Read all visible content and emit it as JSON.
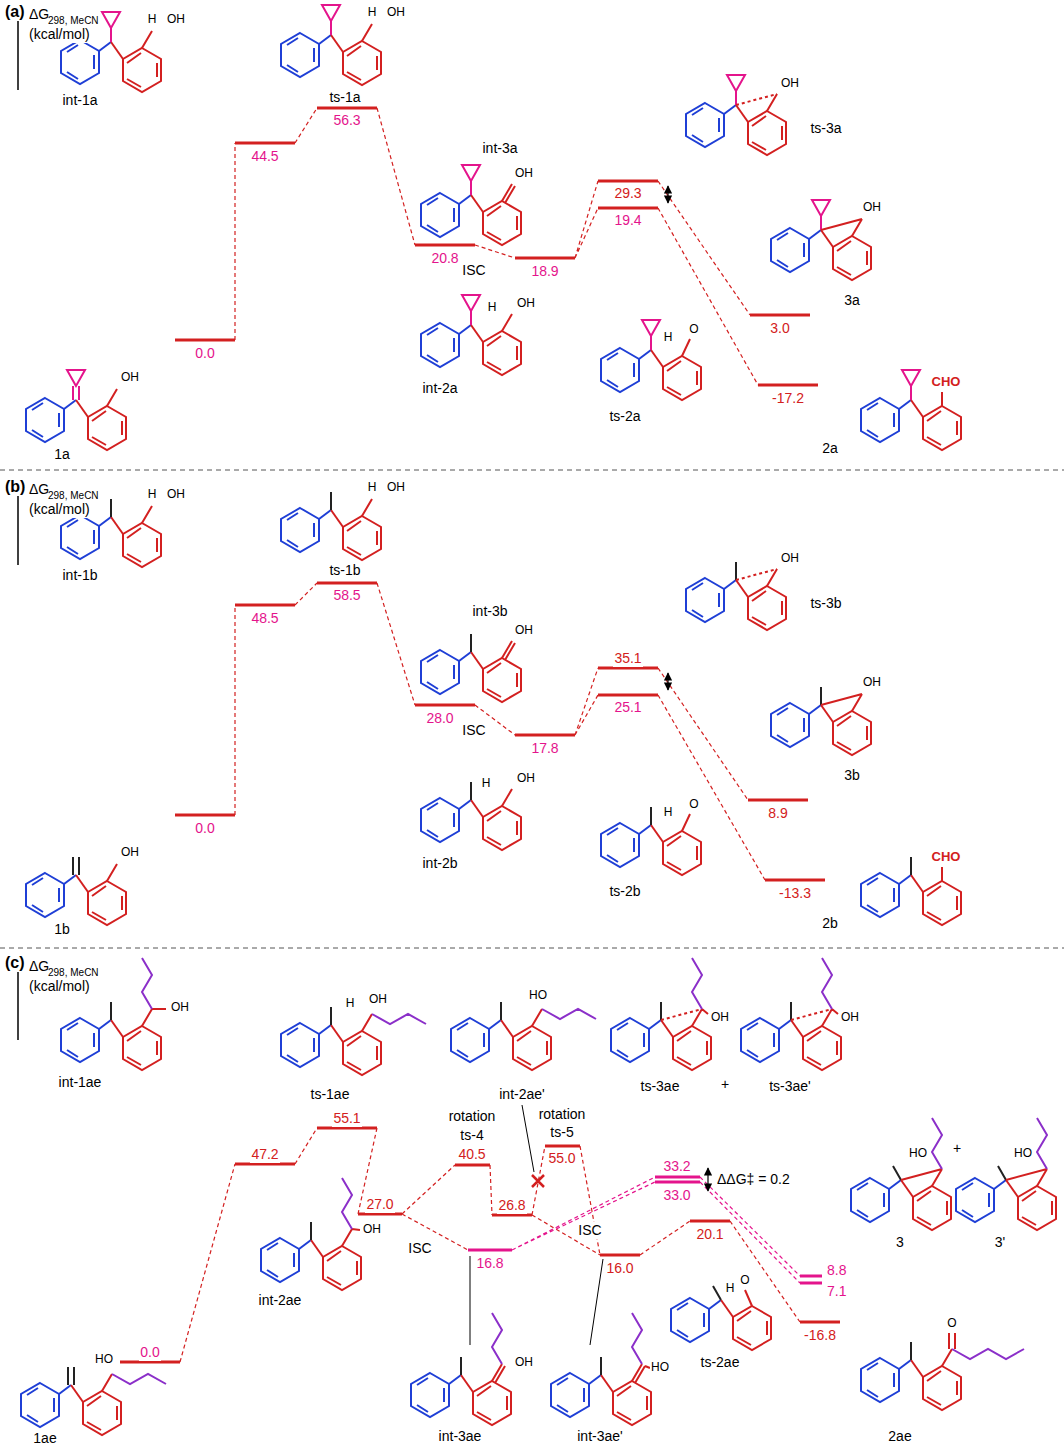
{
  "diagram": {
    "labels": [
      "(a)",
      "ΔG",
      "298, MeCN",
      "(kcal/mol)",
      "H",
      "OH",
      "int-1a",
      "44.5",
      "H",
      "OH",
      "ts-1a",
      "56.3",
      "int-3a",
      "OH",
      "20.8",
      "ISC",
      "18.9",
      "OH",
      "ts-3a",
      "29.3",
      "19.4",
      "OH",
      "3a",
      "3.0",
      "H",
      "OH",
      "int-2a",
      "H",
      "O",
      "ts-2a",
      "CHO",
      "2a",
      "-17.2",
      "0.0",
      "OH",
      "1a",
      "(b)",
      "ΔG",
      "298, MeCN",
      "(kcal/mol)",
      "H",
      "OH",
      "int-1b",
      "48.5",
      "H",
      "OH",
      "ts-1b",
      "58.5",
      "int-3b",
      "OH",
      "28.0",
      "ISC",
      "17.8",
      "OH",
      "ts-3b",
      "35.1",
      "25.1",
      "OH",
      "3b",
      "8.9",
      "H",
      "OH",
      "int-2b",
      "H",
      "O",
      "ts-2b",
      "CHO",
      "2b",
      "-13.3",
      "0.0",
      "OH",
      "1b",
      "(c)",
      "ΔG",
      "298, MeCN",
      "(kcal/mol)",
      "OH",
      "int-1ae",
      "47.2",
      "H",
      "OH",
      "ts-1ae",
      "55.1",
      "HO",
      "int-2ae'",
      "rotation",
      "ts-4",
      "40.5",
      "rotation",
      "ts-5",
      "55.0",
      "OH",
      "ts-3ae",
      "+",
      "OH",
      "ts-3ae'",
      "33.2",
      "33.0",
      "ΔΔG‡ = 0.2",
      "27.0",
      "26.8",
      "ISC",
      "ISC",
      "16.8",
      "16.0",
      "20.1",
      "HO",
      "+",
      "HO",
      "3",
      "3'",
      "8.8",
      "7.1",
      "OH",
      "int-2ae",
      "H",
      "O",
      "ts-2ae",
      "-16.8",
      "O",
      "HO",
      "0.0",
      "1ae",
      "OH",
      "int-3ae",
      "HO",
      "int-3ae'",
      "2ae"
    ]
  }
}
